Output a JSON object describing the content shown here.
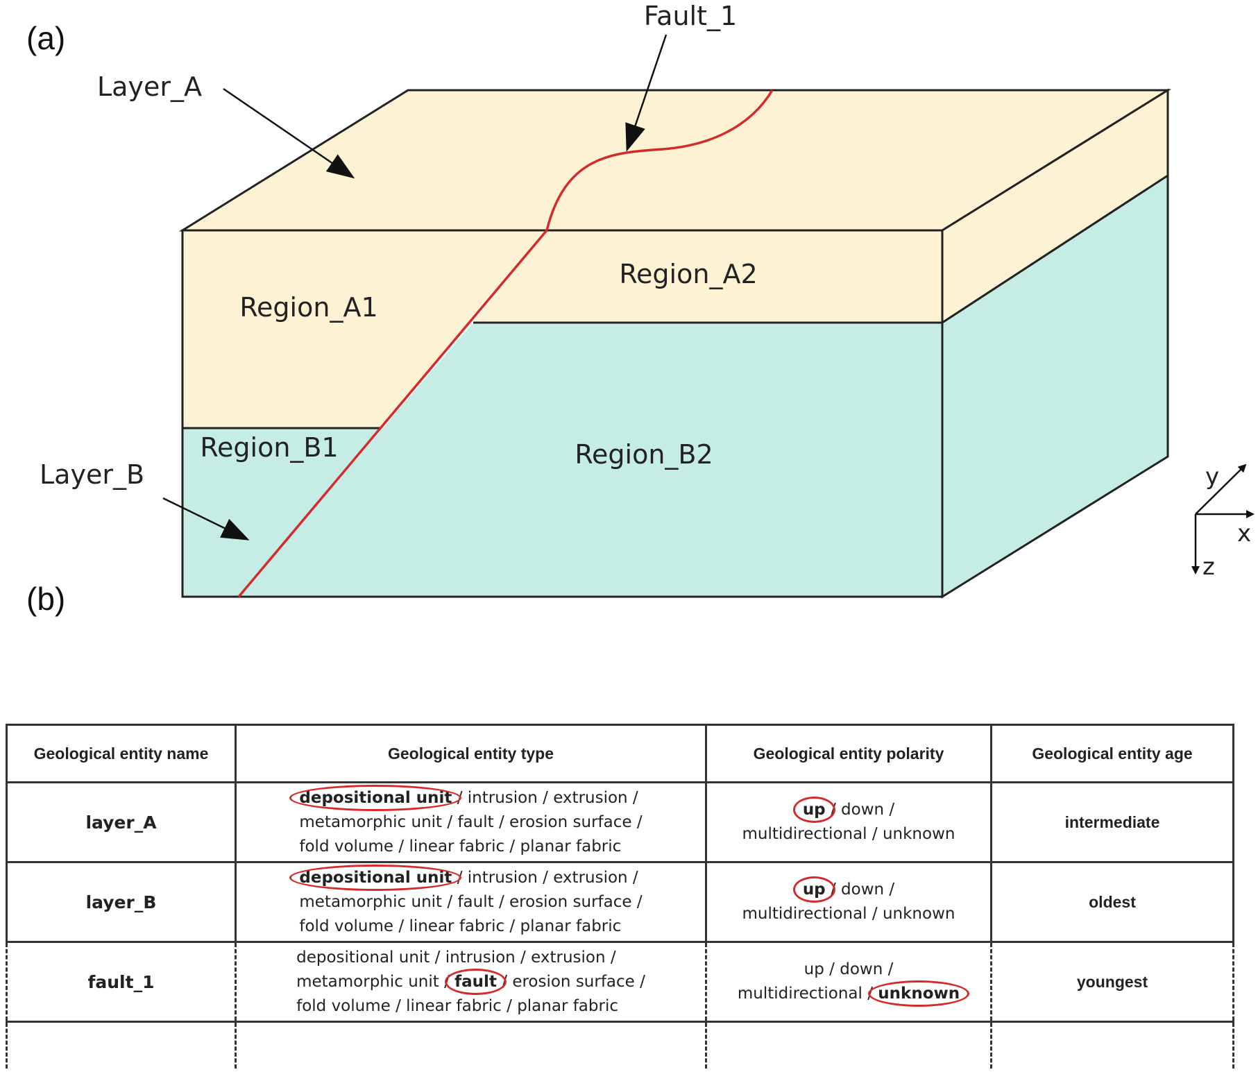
{
  "panels": {
    "a_label": "(a)",
    "b_label": "(b)"
  },
  "diagram": {
    "labels": {
      "layer_a": "Layer_A",
      "layer_b": "Layer_B",
      "fault_1": "Fault_1",
      "region_a1": "Region_A1",
      "region_a2": "Region_A2",
      "region_b1": "Region_B1",
      "region_b2": "Region_B2"
    },
    "axes": {
      "x": "x",
      "y": "y",
      "z": "z"
    },
    "colors": {
      "layer_a_fill": "#fdf3d4",
      "layer_b_fill": "#c5ede5",
      "fault_line": "#d42a2a",
      "outline": "#222222"
    }
  },
  "table": {
    "headers": [
      "Geological entity name",
      "Geological entity type",
      "Geological entity polarity",
      "Geological entity age"
    ],
    "type_options_lines": [
      [
        "depositional unit",
        "intrusion",
        "extrusion"
      ],
      [
        "metamorphic unit",
        "fault",
        "erosion surface"
      ],
      [
        "fold volume",
        "linear fabric",
        "planar fabric"
      ]
    ],
    "polarity_options_lines": [
      [
        "up",
        "down"
      ],
      [
        "multidirectional",
        "unknown"
      ]
    ],
    "rows": [
      {
        "name": "layer_A",
        "type": "depositional unit",
        "polarity": "up",
        "age": "intermediate"
      },
      {
        "name": "layer_B",
        "type": "depositional unit",
        "polarity": "up",
        "age": "oldest"
      },
      {
        "name": "fault_1",
        "type": "fault",
        "polarity": "unknown",
        "age": "youngest"
      }
    ]
  }
}
